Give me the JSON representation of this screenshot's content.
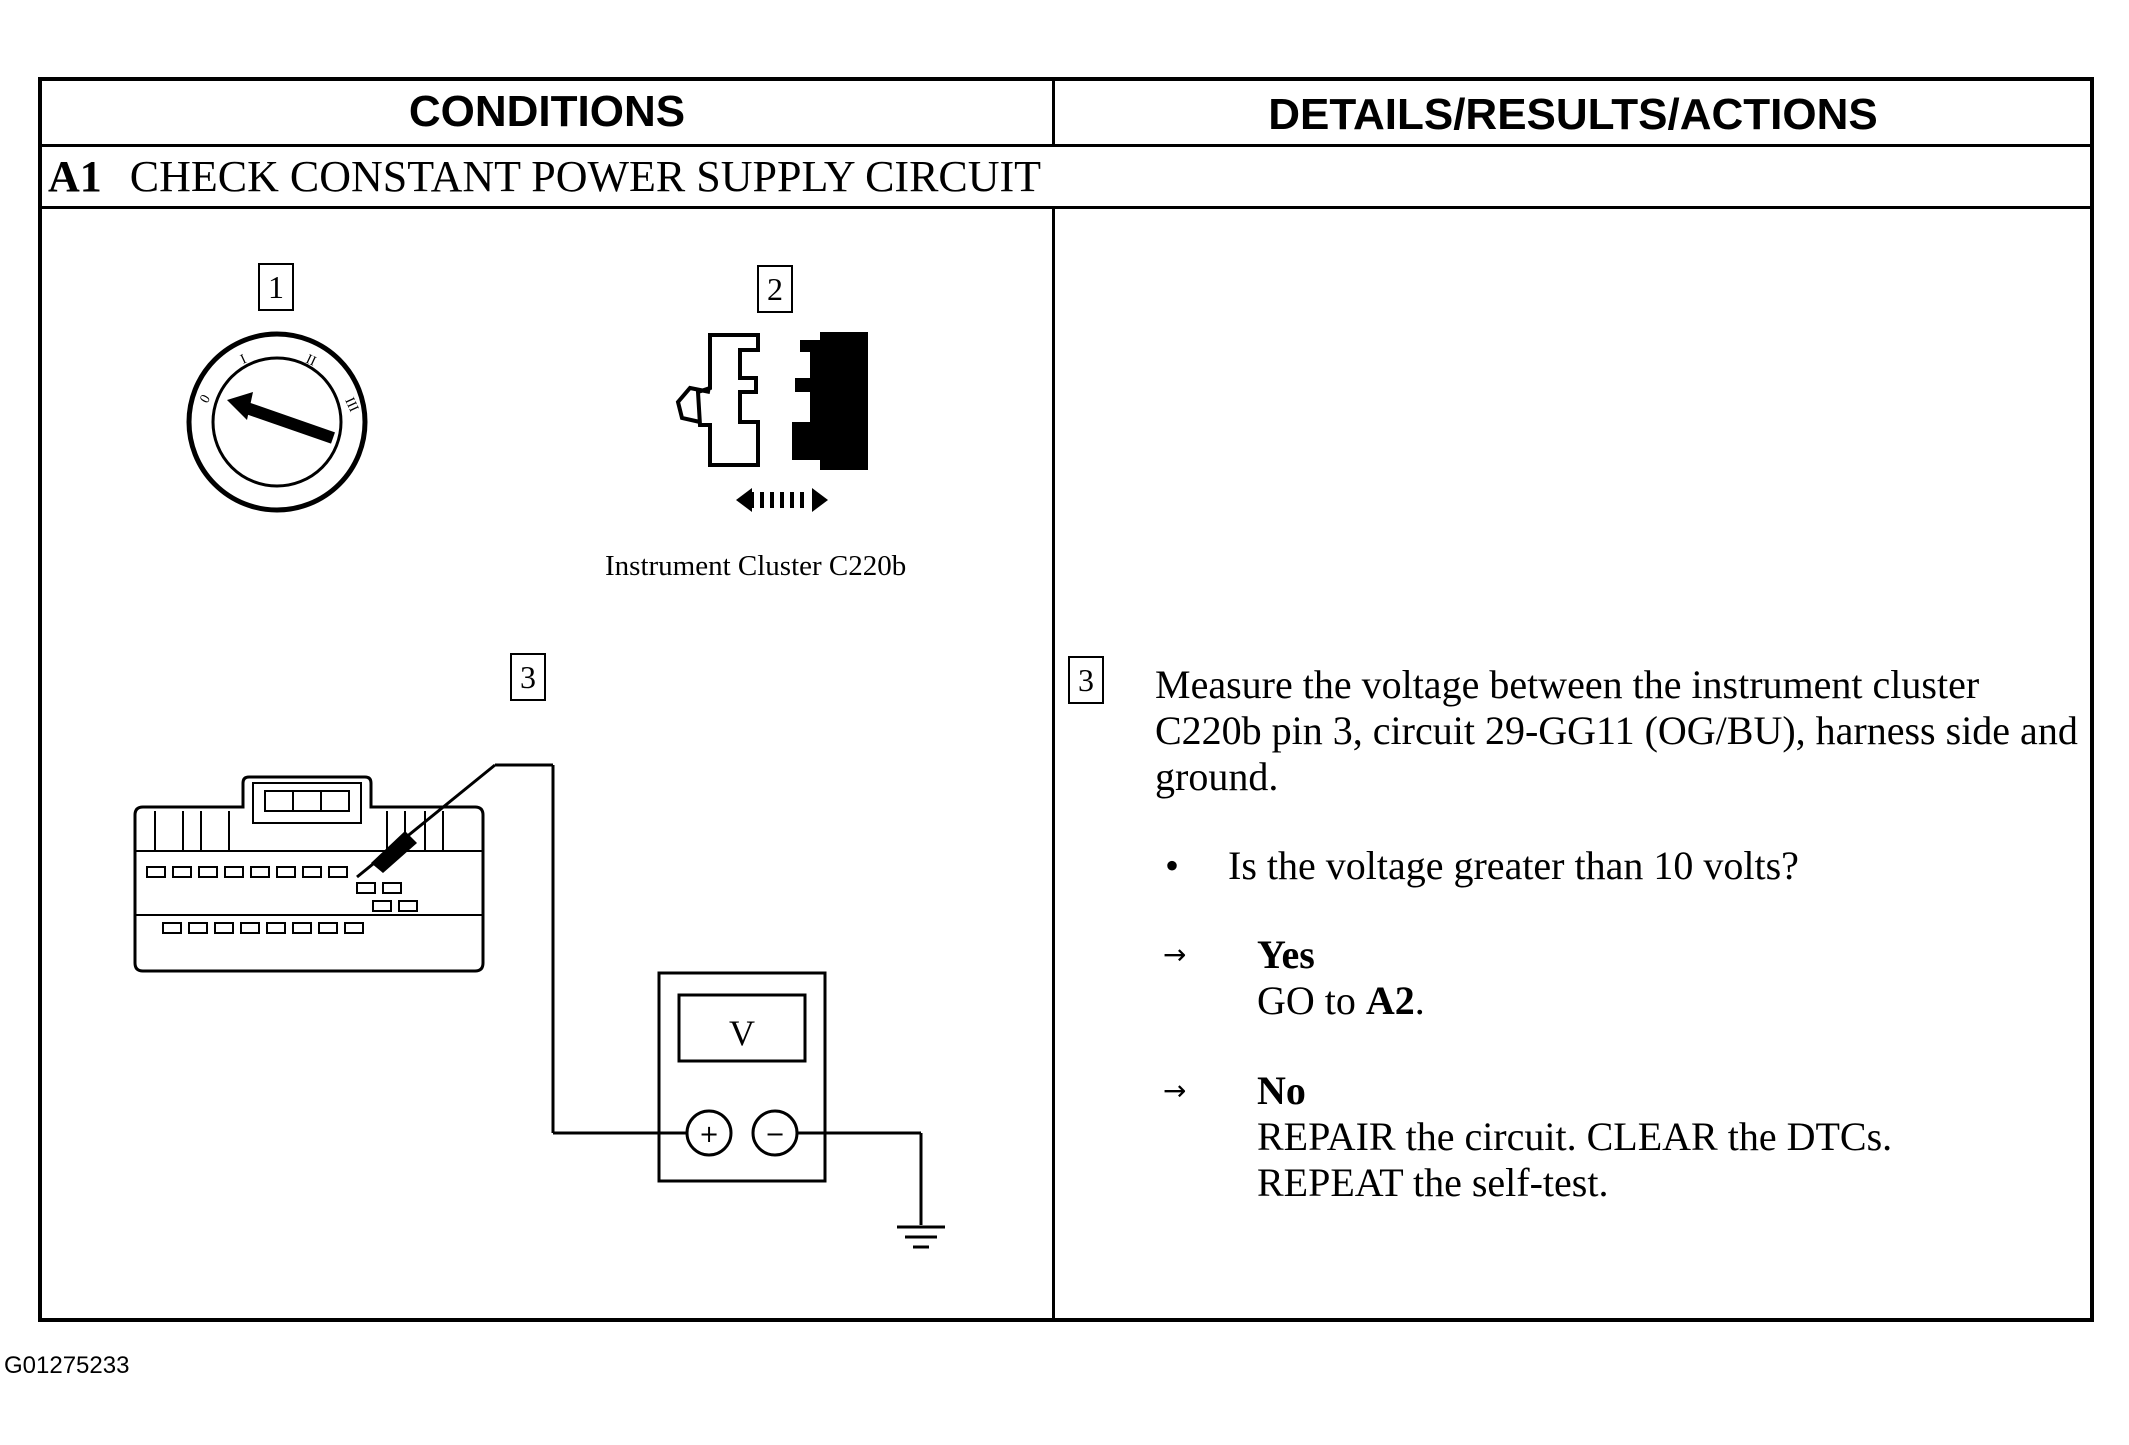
{
  "header": {
    "conditions": "CONDITIONS",
    "details": "DETAILS/RESULTS/ACTIONS"
  },
  "step": {
    "id": "A1",
    "title": "CHECK CONSTANT POWER SUPPLY CIRCUIT"
  },
  "figures": {
    "ignition": {
      "number": "1",
      "positions": [
        "0",
        "I",
        "II",
        "III"
      ]
    },
    "connector": {
      "number": "2",
      "caption": "Instrument Cluster C220b"
    },
    "meter": {
      "number": "3",
      "meter_label": "V",
      "plus": "+",
      "minus": "−"
    }
  },
  "details": {
    "number": "3",
    "instruction": "Measure the voltage between the instrument cluster C220b pin 3, circuit 29-GG11 (OG/BU), harness side and ground.",
    "question": "Is the voltage greater than 10 volts?",
    "yes": {
      "label": "Yes",
      "prefix": "GO to ",
      "target": "A2",
      "suffix": "."
    },
    "no": {
      "label": "No",
      "line1": "REPAIR the circuit. CLEAR the DTCs.",
      "line2": "REPEAT the self-test."
    }
  },
  "figure_id": "G01275233"
}
